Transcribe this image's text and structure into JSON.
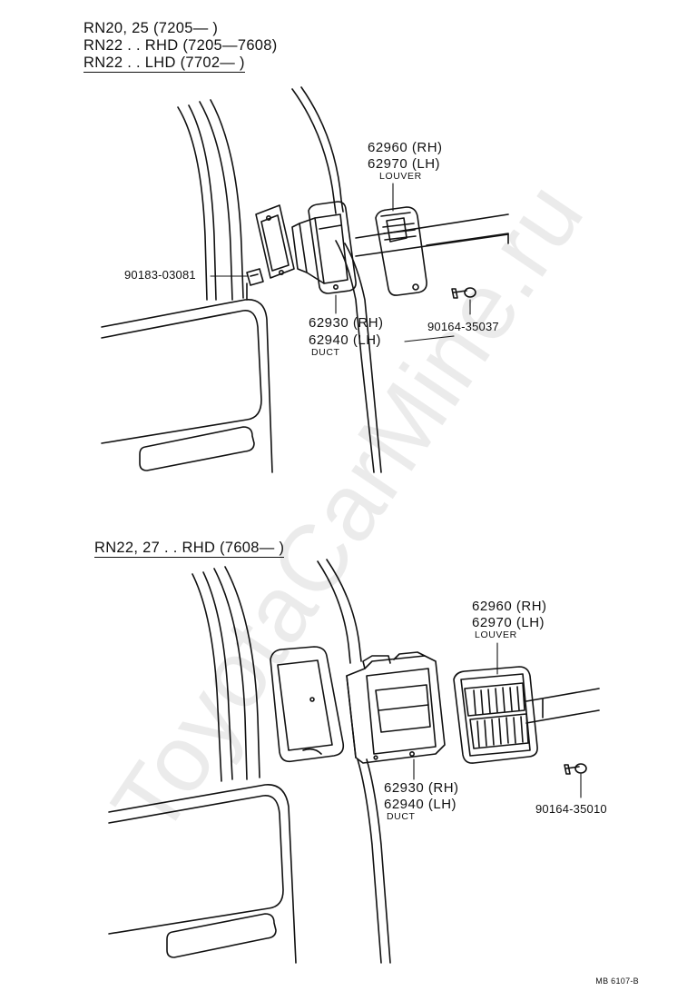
{
  "top_section": {
    "header_lines": [
      "RN20, 25 (7205—      )",
      "RN22 . . RHD (7205—7608)",
      "RN22 . . LHD (7702—      )"
    ],
    "louver": {
      "part_rh": "62960  (RH)",
      "part_lh": "62970  (LH)",
      "name": "LOUVER"
    },
    "duct": {
      "part_rh": "62930  (RH)",
      "part_lh": "62940  (LH)",
      "name": "DUCT"
    },
    "clip_part": "90183-03081",
    "screw_part": "90164-35037"
  },
  "bottom_section": {
    "header": "RN22, 27 . . RHD (7608—      )",
    "louver": {
      "part_rh": "62960  (RH)",
      "part_lh": "62970  (LH)",
      "name": "LOUVER"
    },
    "duct": {
      "part_rh": "62930  (RH)",
      "part_lh": "62940  (LH)",
      "name": "DUCT"
    },
    "screw_part": "90164-35010"
  },
  "drawing_code": "MB 6107-B",
  "watermark": "ToyotaCarMine.ru"
}
